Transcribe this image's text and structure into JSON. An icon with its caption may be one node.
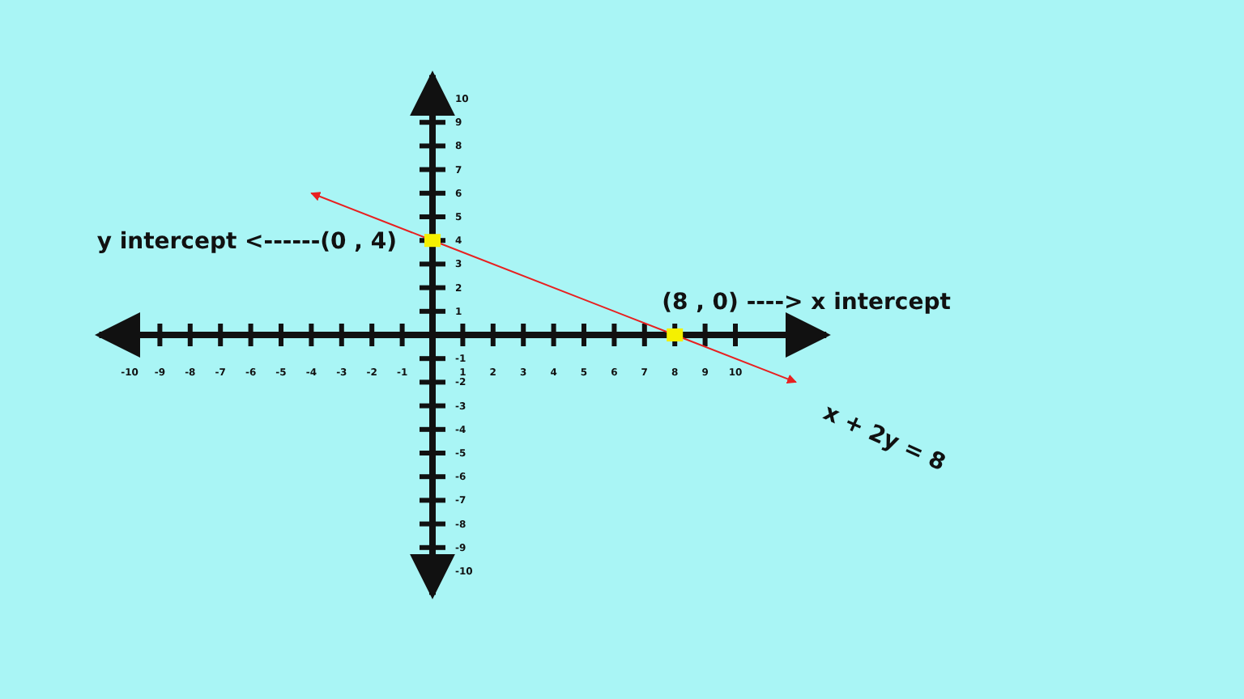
{
  "diagram": {
    "chart_data": {
      "type": "line",
      "x": [
        -4,
        0,
        8,
        12
      ],
      "series": [
        {
          "color": "#e82020",
          "values": [
            6,
            4,
            0,
            -2
          ]
        }
      ],
      "xlim": [
        -11,
        13
      ],
      "ylim": [
        -11,
        11
      ],
      "xticks": [
        -10,
        -9,
        -8,
        -7,
        -6,
        -5,
        -4,
        -3,
        -2,
        -1,
        1,
        2,
        3,
        4,
        5,
        6,
        7,
        8,
        9,
        10
      ],
      "yticks": [
        -10,
        -9,
        -8,
        -7,
        -6,
        -5,
        -4,
        -3,
        -2,
        -1,
        1,
        2,
        3,
        4,
        5,
        6,
        7,
        8,
        9,
        10
      ],
      "annotations": [
        {
          "text": "y intercept <------(0 , 4)",
          "x": 0,
          "y": 4
        },
        {
          "text": "(8 , 0) ----> x intercept",
          "x": 8,
          "y": 0
        },
        {
          "text": "x + 2y = 8"
        }
      ]
    }
  }
}
